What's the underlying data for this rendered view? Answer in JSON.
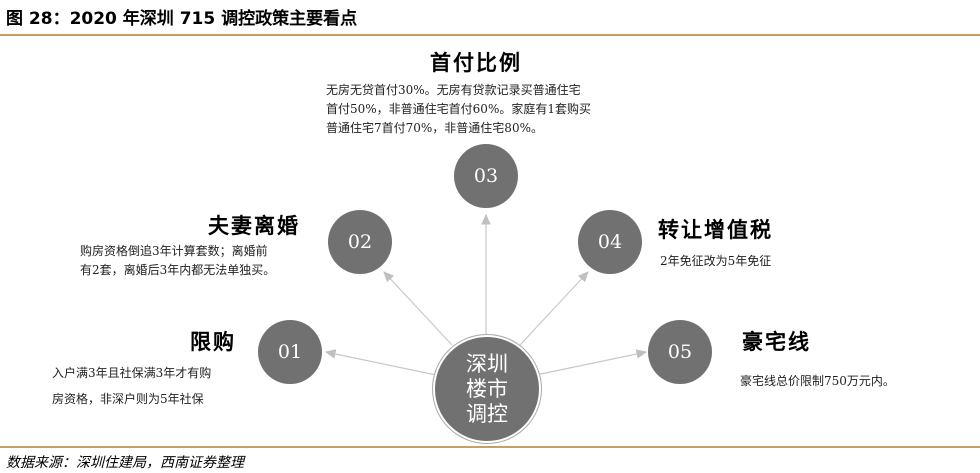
{
  "title": "图 28：2020 年深圳 715 调控政策主要看点",
  "center": {
    "lines": [
      "深圳",
      "楼市",
      "调控"
    ]
  },
  "items": [
    {
      "num": "01",
      "heading": "限购",
      "desc": [
        "入户满3年且社保满3年才有购",
        "房资格，非深户则为5年社保"
      ]
    },
    {
      "num": "02",
      "heading": "夫妻离婚",
      "desc": [
        "购房资格倒追3年计算套数；离婚前",
        "有2套，离婚后3年内都无法单独买。"
      ]
    },
    {
      "num": "03",
      "heading": "首付比例",
      "desc": [
        "无房无贷首付30%。无房有贷款记录买普通住宅",
        "首付50%，非普通住宅首付60%。家庭有1套购买",
        "普通住宅7首付70%，非普通住宅80%。"
      ]
    },
    {
      "num": "04",
      "heading": "转让增值税",
      "desc": [
        "2年免征改为5年免征"
      ]
    },
    {
      "num": "05",
      "heading": "豪宅线",
      "desc": [
        "豪宅线总价限制750万元内。"
      ]
    }
  ],
  "source": "数据来源：深圳住建局，西南证券整理",
  "colors": {
    "circle": "#717171",
    "rule": "#c8a064",
    "arrow": "#c0c0c0"
  }
}
